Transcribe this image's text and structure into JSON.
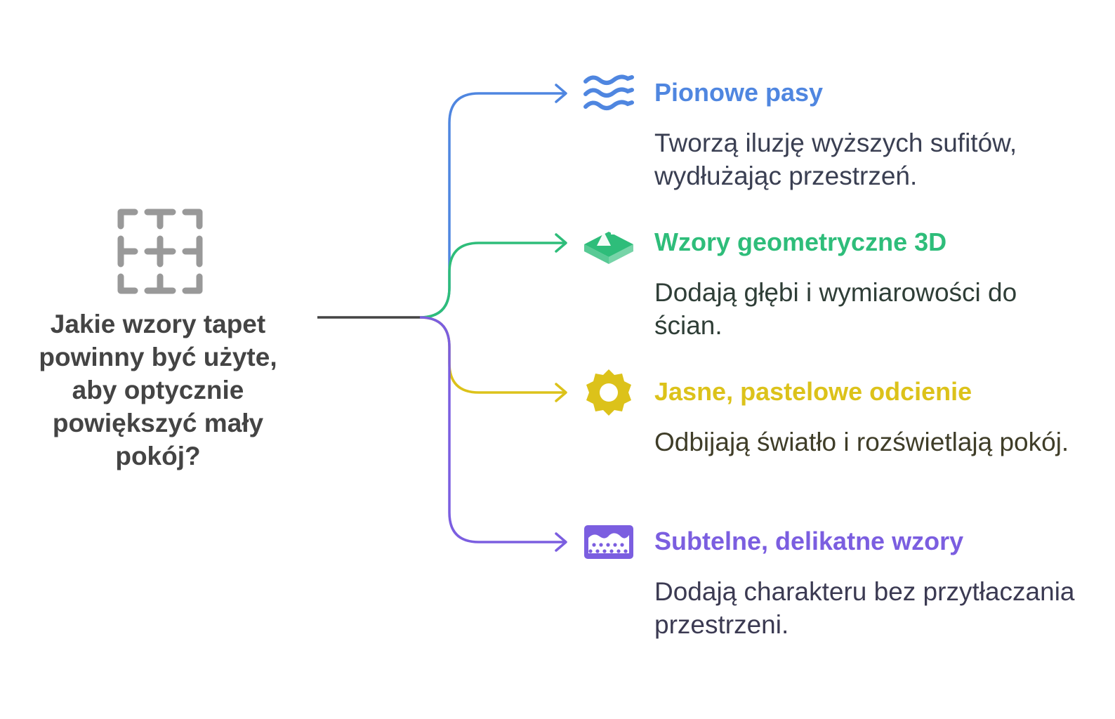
{
  "root": {
    "question": "Jakie wzory tapet powinny być użyte, aby optycznie powiększyć mały pokój?",
    "icon": "grid-layout-icon",
    "icon_color": "#999999",
    "line_color": "#444444"
  },
  "branches": [
    {
      "title": "Pionowe pasy",
      "description": "Tworzą iluzję wyższych sufitów, wydłużając przestrzeń.",
      "icon": "waves-icon",
      "color": "#4f86e0",
      "text_color": "#3a3f52"
    },
    {
      "title": "Wzory geometryczne 3D",
      "description": "Dodają głębi i wymiarowości do ścian.",
      "icon": "3d-shapes-icon",
      "color": "#2ebd7a",
      "text_color": "#2f3e37"
    },
    {
      "title": "Jasne, pastelowe odcienie",
      "description": "Odbijają światło i rozświetlają pokój.",
      "icon": "sun-icon",
      "color": "#dcc21a",
      "text_color": "#3f3d28"
    },
    {
      "title": "Subtelne, delikatne wzory",
      "description": "Dodają charakteru bez przytłaczania przestrzeni.",
      "icon": "texture-pattern-icon",
      "color": "#7b5ee0",
      "text_color": "#3b3a52"
    }
  ]
}
